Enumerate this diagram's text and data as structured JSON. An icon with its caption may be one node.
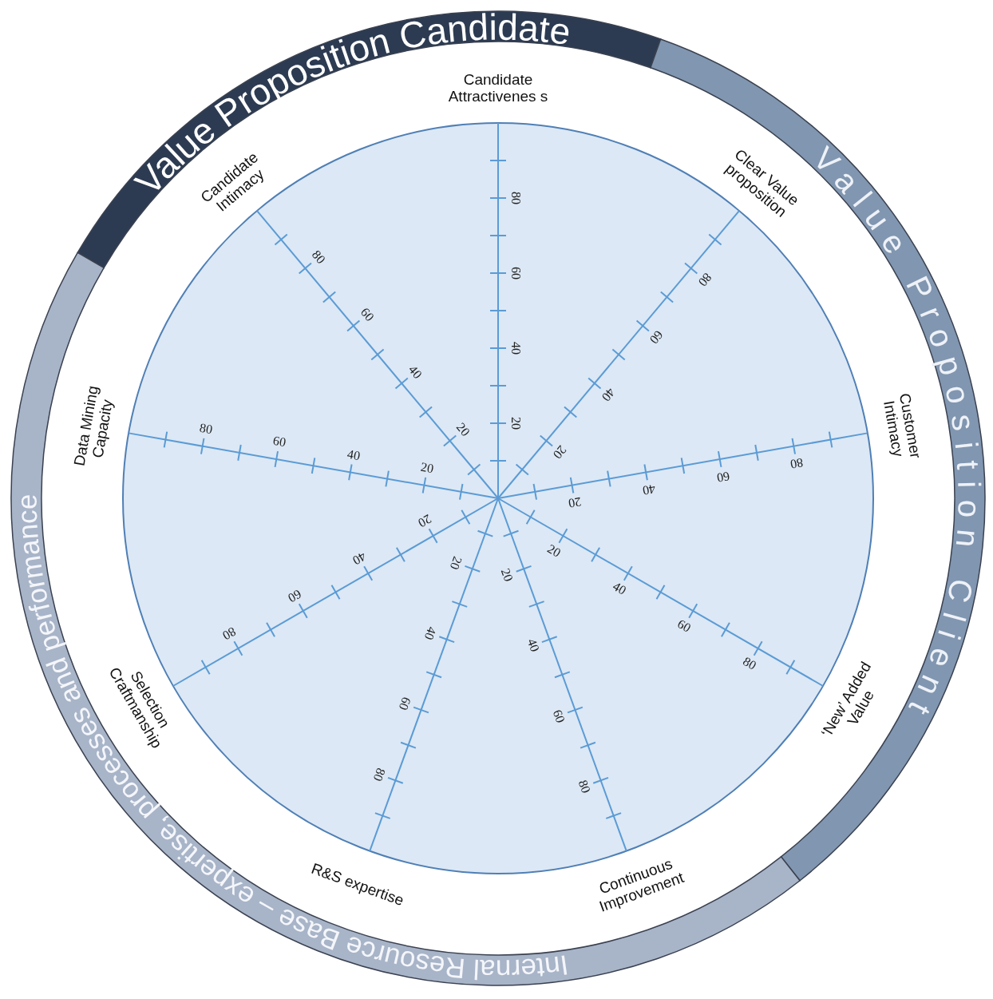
{
  "diagram": {
    "nodes": [
      {
        "text": [
          "Value Proposition Candidate"
        ]
      },
      {
        "text": [
          "Value Proposition Client"
        ]
      },
      {
        "text": [
          "Internal Resource Base – expertise, processes and performance"
        ]
      }
    ],
    "labels": [
      "Candidate Attractivenes s",
      "Clear Value proposition",
      "Customer Intimacy",
      "‘New’ Added Value",
      "Continuous Improvement",
      "R&S expertise",
      "Selection Craftmanship",
      "Data Mining Capacity",
      "Candidate Intimacy",
      "20",
      "40",
      "60",
      "80",
      "20",
      "40",
      "60",
      "80",
      "20",
      "40",
      "60",
      "80",
      "20",
      "40",
      "60",
      "80",
      "20",
      "40",
      "60",
      "80",
      "20",
      "40",
      "60",
      "80",
      "20",
      "40",
      "60",
      "80",
      "20",
      "40",
      "60",
      "80",
      "20",
      "40",
      "60",
      "80"
    ]
  }
}
